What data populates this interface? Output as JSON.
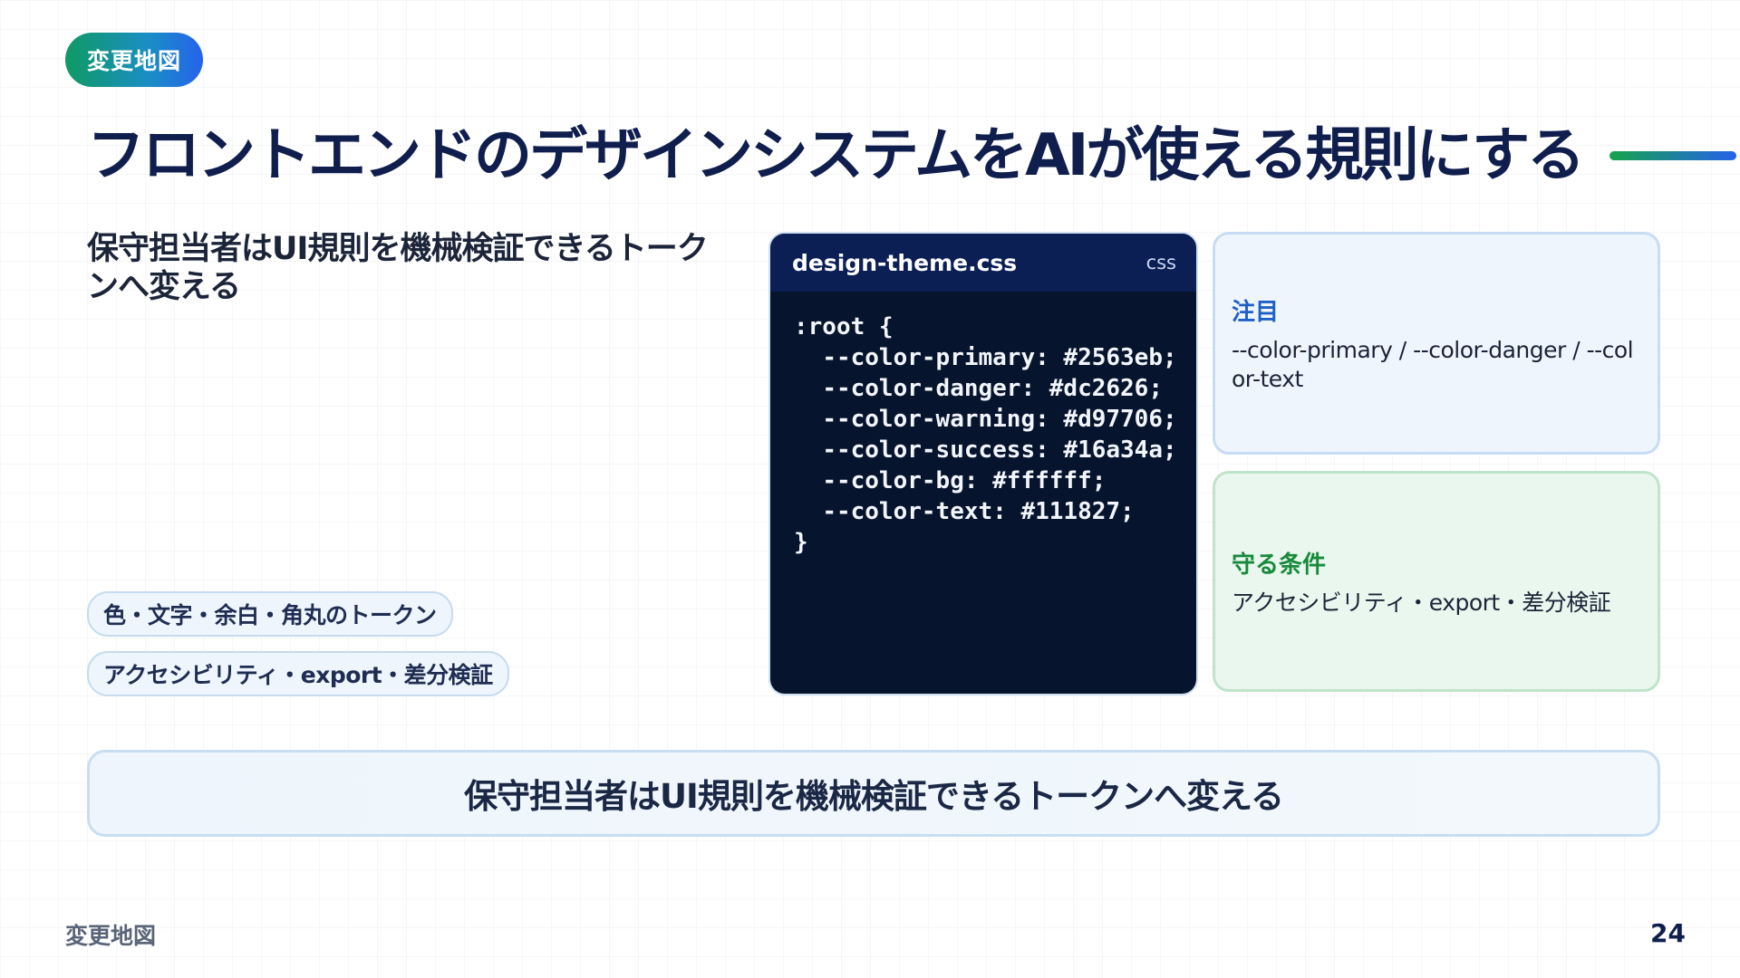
{
  "header": {
    "badge": "変更地図",
    "title": "フロントエンドのデザインシステムをAIが使える規則にする"
  },
  "lead": "保守担当者はUI規則を機械検証できるトークンへ変える",
  "chips": [
    "色・文字・余白・角丸のトークン",
    "アクセシビリティ・export・差分検証"
  ],
  "code": {
    "filename": "design-theme.css",
    "language": "css",
    "content": ":root {\n  --color-primary: #2563eb;\n  --color-danger: #dc2626;\n  --color-warning: #d97706;\n  --color-success: #16a34a;\n  --color-bg: #ffffff;\n  --color-text: #111827;\n}"
  },
  "cards": {
    "focus": {
      "label": "注目",
      "text": "--color-primary / --color-danger / --color-text"
    },
    "keep": {
      "label": "守る条件",
      "text": "アクセシビリティ・export・差分検証"
    }
  },
  "summary": "保守担当者はUI規則を機械検証できるトークンへ変える",
  "footer": {
    "label": "変更地図",
    "page": "24"
  },
  "colors": {
    "navy": "#0f1e4d",
    "accent_green": "#16a34a",
    "accent_blue": "#2563eb",
    "code_bg": "#07142d"
  }
}
